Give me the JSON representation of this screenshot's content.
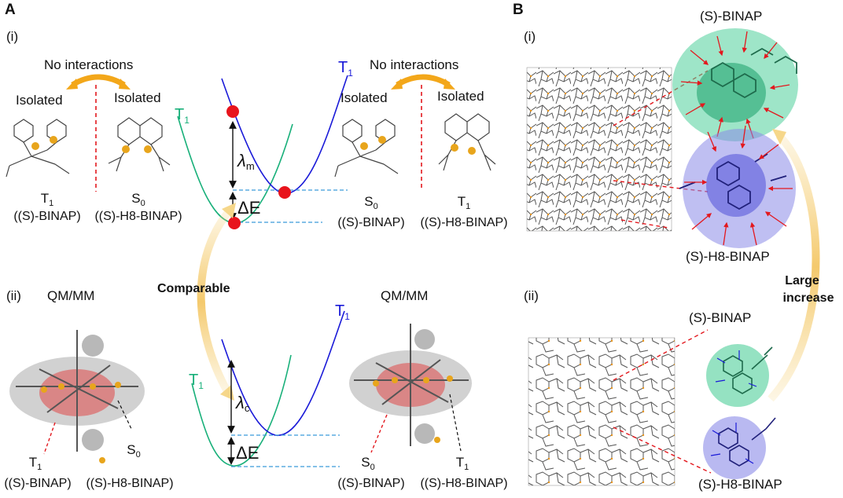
{
  "panelA": {
    "letter": "A",
    "sub_i": {
      "numeral": "(i)",
      "left": {
        "header": "No interactions",
        "iso_left": "Isolated",
        "iso_right": "Isolated",
        "mol1_state": "T",
        "mol1_state_sub": "1",
        "mol1_name": "((S)-BINAP)",
        "mol2_state": "S",
        "mol2_state_sub": "0",
        "mol2_name": "((S)-H8-BINAP)"
      },
      "plot": {
        "curve_left_label": "T",
        "curve_left_sub": "1",
        "curve_right_label": "T",
        "curve_right_sub": "1",
        "lambda": "λ",
        "lambda_sub": "m",
        "delta": "ΔE"
      },
      "right": {
        "header": "No interactions",
        "iso_left": "Isolated",
        "iso_right": "Isolated",
        "mol1_state": "S",
        "mol1_state_sub": "0",
        "mol1_name": "((S)-BINAP)",
        "mol2_state": "T",
        "mol2_state_sub": "1",
        "mol2_name": "((S)-H8-BINAP)"
      }
    },
    "comparable": "Comparable",
    "sub_ii": {
      "numeral": "(ii)",
      "left": {
        "header": "QM/MM",
        "mol1_state": "T",
        "mol1_state_sub": "1",
        "mol1_name": "((S)-BINAP)",
        "mol2_state": "S",
        "mol2_state_sub": "0",
        "mol2_name": "((S)-H8-BINAP)"
      },
      "plot": {
        "curve_left_label": "T",
        "curve_left_sub": "1",
        "curve_right_label": "T",
        "curve_right_sub": "1",
        "lambda": "λ",
        "lambda_sub": "c",
        "delta": "ΔE"
      },
      "right": {
        "header": "QM/MM",
        "mol1_state": "S",
        "mol1_state_sub": "0",
        "mol1_name": "((S)-BINAP)",
        "mol2_state": "T",
        "mol2_state_sub": "1",
        "mol2_name": "((S)-H8-BINAP)"
      }
    }
  },
  "panelB": {
    "letter": "B",
    "sub_i": {
      "numeral": "(i)",
      "top_label": "(S)-BINAP",
      "bottom_label": "(S)-H8-BINAP"
    },
    "large_increase_line1": "Large",
    "large_increase_line2": "increase",
    "sub_ii": {
      "numeral": "(ii)",
      "top_label": "(S)-BINAP",
      "bottom_label": "(S)-H8-BINAP"
    }
  },
  "colors": {
    "green_curve": "#19b07a",
    "blue_curve": "#1a1ad8",
    "red_point": "#e8141c",
    "dashed_level": "#3a9ad9",
    "arrow_yellow": "#f3a71a",
    "green_ellipse": "#4fcf9a",
    "blue_ellipse": "#8a8ae8",
    "red_arrow": "#e3181e"
  }
}
